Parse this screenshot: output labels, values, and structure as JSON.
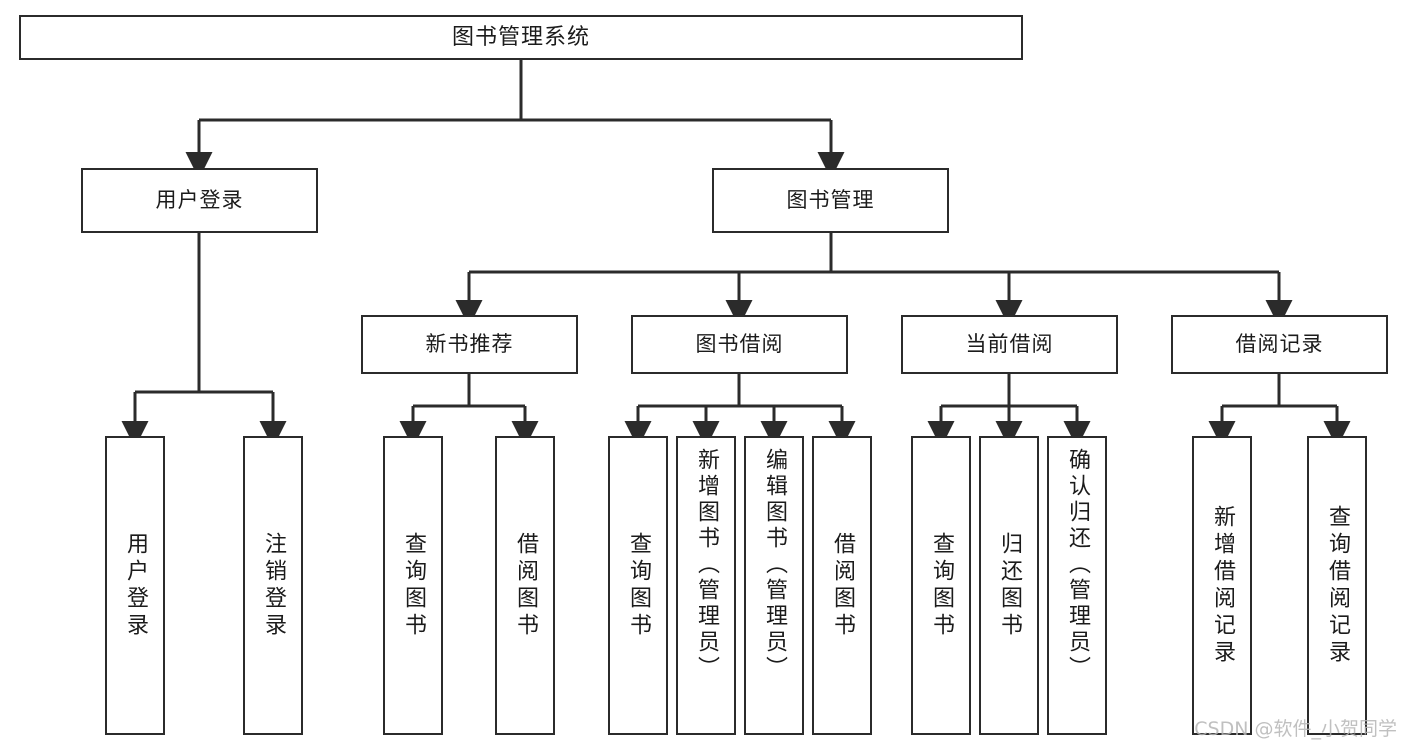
{
  "diagram": {
    "type": "tree",
    "title": "图书管理系统",
    "watermark": "CSDN @软件_小贺同学",
    "colors": {
      "stroke": "#2b2b2b",
      "fill": "#ffffff",
      "text": "#1b1b1b",
      "watermark": "#b6b6b6"
    },
    "nodes": {
      "root": {
        "label": "图书管理系统",
        "level": 1,
        "orientation": "horizontal"
      },
      "l2": [
        {
          "id": "user-login",
          "label": "用户登录",
          "level": 2,
          "orientation": "horizontal"
        },
        {
          "id": "book-manage",
          "label": "图书管理",
          "level": 2,
          "orientation": "horizontal"
        }
      ],
      "l3": [
        {
          "id": "new-book-recommend",
          "label": "新书推荐",
          "level": 3,
          "orientation": "horizontal"
        },
        {
          "id": "book-borrow",
          "label": "图书借阅",
          "level": 3,
          "orientation": "horizontal"
        },
        {
          "id": "current-borrow",
          "label": "当前借阅",
          "level": 3,
          "orientation": "horizontal"
        },
        {
          "id": "borrow-record",
          "label": "借阅记录",
          "level": 3,
          "orientation": "horizontal"
        }
      ],
      "leaves": {
        "user_login": [
          {
            "id": "leaf-user-login",
            "label": "用户登录",
            "orientation": "vertical"
          },
          {
            "id": "leaf-logout-login",
            "label": "注销登录",
            "orientation": "vertical"
          }
        ],
        "new_book_recommend": [
          {
            "id": "leaf-query-book-1",
            "label": "查询图书",
            "orientation": "vertical"
          },
          {
            "id": "leaf-borrow-book-1",
            "label": "借阅图书",
            "orientation": "vertical"
          }
        ],
        "book_borrow": [
          {
            "id": "leaf-query-book-2",
            "label": "查询图书",
            "orientation": "vertical"
          },
          {
            "id": "leaf-add-book",
            "label": "新增图书（管理员）",
            "orientation": "vertical"
          },
          {
            "id": "leaf-edit-book",
            "label": "编辑图书（管理员）",
            "orientation": "vertical"
          },
          {
            "id": "leaf-borrow-book-2",
            "label": "借阅图书",
            "orientation": "vertical"
          }
        ],
        "current_borrow": [
          {
            "id": "leaf-query-book-3",
            "label": "查询图书",
            "orientation": "vertical"
          },
          {
            "id": "leaf-return-book",
            "label": "归还图书",
            "orientation": "vertical"
          },
          {
            "id": "leaf-confirm-return",
            "label": "确认归还（管理员）",
            "orientation": "vertical"
          }
        ],
        "borrow_record": [
          {
            "id": "leaf-add-record",
            "label": "新增借阅记录",
            "orientation": "vertical"
          },
          {
            "id": "leaf-query-record",
            "label": "查询借阅记录",
            "orientation": "vertical"
          }
        ]
      }
    },
    "edges": [
      {
        "from": "图书管理系统",
        "to": "用户登录"
      },
      {
        "from": "图书管理系统",
        "to": "图书管理"
      },
      {
        "from": "用户登录",
        "to": "用户登录"
      },
      {
        "from": "用户登录",
        "to": "注销登录"
      },
      {
        "from": "图书管理",
        "to": "新书推荐"
      },
      {
        "from": "图书管理",
        "to": "图书借阅"
      },
      {
        "from": "图书管理",
        "to": "当前借阅"
      },
      {
        "from": "图书管理",
        "to": "借阅记录"
      },
      {
        "from": "新书推荐",
        "to": "查询图书"
      },
      {
        "from": "新书推荐",
        "to": "借阅图书"
      },
      {
        "from": "图书借阅",
        "to": "查询图书"
      },
      {
        "from": "图书借阅",
        "to": "新增图书（管理员）"
      },
      {
        "from": "图书借阅",
        "to": "编辑图书（管理员）"
      },
      {
        "from": "图书借阅",
        "to": "借阅图书"
      },
      {
        "from": "当前借阅",
        "to": "查询图书"
      },
      {
        "from": "当前借阅",
        "to": "归还图书"
      },
      {
        "from": "当前借阅",
        "to": "确认归还（管理员）"
      },
      {
        "from": "借阅记录",
        "to": "新增借阅记录"
      },
      {
        "from": "借阅记录",
        "to": "查询借阅记录"
      }
    ]
  }
}
